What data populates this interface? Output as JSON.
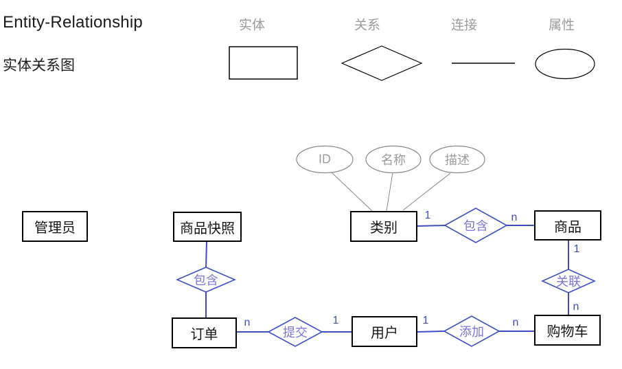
{
  "title": {
    "en": "Entity-Relationship",
    "zh": "实体关系图"
  },
  "legend": {
    "items": [
      {
        "label": "实体",
        "shape": "rectangle"
      },
      {
        "label": "关系",
        "shape": "diamond"
      },
      {
        "label": "连接",
        "shape": "line"
      },
      {
        "label": "属性",
        "shape": "ellipse"
      }
    ]
  },
  "colors": {
    "entity_border": "#000000",
    "relation_line": "#3d4ec5",
    "relation_text": "#7c74da",
    "attribute_stroke": "#878787",
    "gray_text": "#9b9b9b"
  },
  "diagram": {
    "entities": [
      {
        "label": "管理员"
      },
      {
        "label": "商品快照"
      },
      {
        "label": "类别"
      },
      {
        "label": "商品"
      },
      {
        "label": "订单"
      },
      {
        "label": "用户"
      },
      {
        "label": "购物车"
      }
    ],
    "attributes": [
      {
        "label": "ID",
        "of": "类别"
      },
      {
        "label": "名称",
        "of": "类别"
      },
      {
        "label": "描述",
        "of": "类别"
      }
    ],
    "relationships": [
      {
        "label": "包含",
        "from": "类别",
        "to": "商品",
        "from_card": "1",
        "to_card": "n"
      },
      {
        "label": "关联",
        "from": "商品",
        "to": "购物车",
        "from_card": "1",
        "to_card": "n"
      },
      {
        "label": "包含",
        "from": "商品快照",
        "to": "订单",
        "from_card": "",
        "to_card": ""
      },
      {
        "label": "提交",
        "from": "订单",
        "to": "用户",
        "from_card": "n",
        "to_card": "1"
      },
      {
        "label": "添加",
        "from": "用户",
        "to": "购物车",
        "from_card": "1",
        "to_card": "n"
      }
    ]
  }
}
